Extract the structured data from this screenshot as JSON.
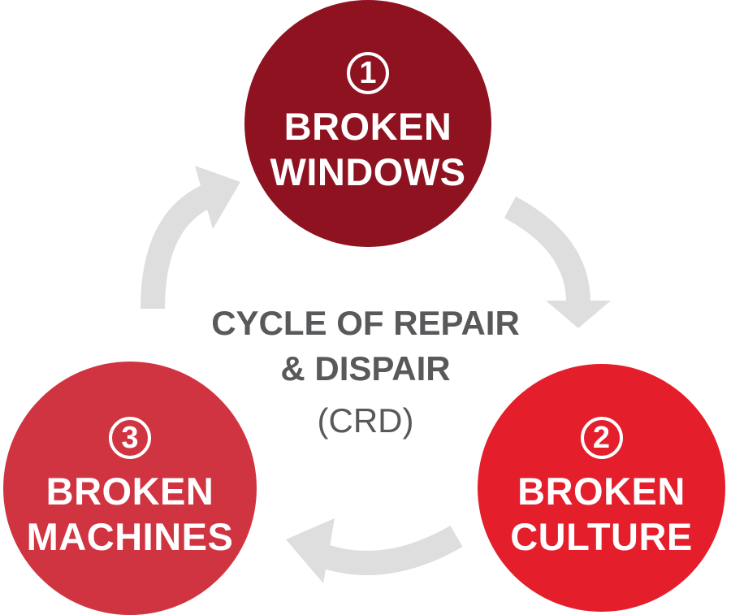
{
  "colors": {
    "node_1": "#8e1220",
    "node_2": "#e41e2b",
    "node_3": "#d03440",
    "arrow": "#dedede",
    "center_text": "#58595b"
  },
  "center": {
    "title_line_1": "CYCLE OF REPAIR",
    "title_line_2": "& DISPAIR",
    "abbreviation": "(CRD)"
  },
  "nodes": [
    {
      "number": "1",
      "line_1": "BROKEN",
      "line_2": "WINDOWS"
    },
    {
      "number": "2",
      "line_1": "BROKEN",
      "line_2": "CULTURE"
    },
    {
      "number": "3",
      "line_1": "BROKEN",
      "line_2": "MACHINES"
    }
  ],
  "flow": [
    "1 → 2",
    "2 → 3",
    "3 → 1"
  ]
}
